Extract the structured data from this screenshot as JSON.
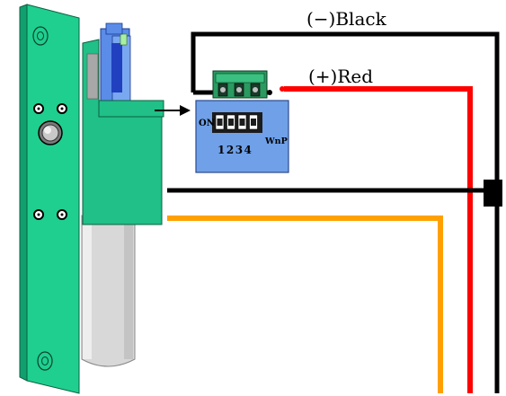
{
  "labels": {
    "black_wire": "(−)Black",
    "red_wire": "(+)Red"
  },
  "dip_module": {
    "on_label": "ON",
    "numbers": "1234",
    "brand": "WnP",
    "switch_count": 4
  },
  "colors": {
    "lock_plate": "#1fcf8f",
    "lock_body": "#20c088",
    "cylinder": "#d9d9d9",
    "module_blue": "#6fa0e8",
    "switch_dark": "#1c1c1c",
    "black_wire": "#000000",
    "red_wire": "#ff0000",
    "orange_wire": "#ffa000",
    "arrow": "#000000"
  },
  "icons": {
    "arrow": "arrow-right-icon",
    "screw": "screw-icon",
    "button": "release-button-icon"
  }
}
